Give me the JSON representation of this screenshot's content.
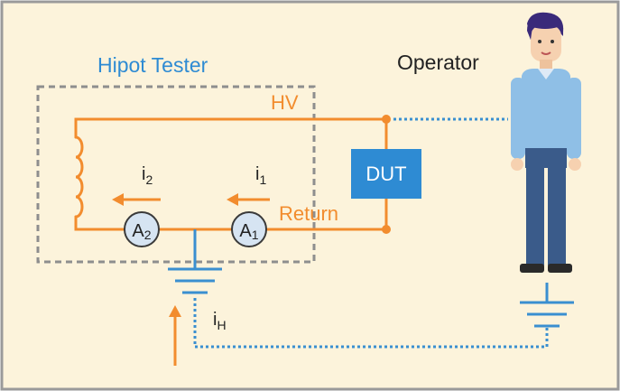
{
  "title": "Hipot Tester",
  "operator_label": "Operator",
  "hv_label": "HV",
  "return_label": "Return",
  "dut_label": "DUT",
  "meters": [
    {
      "letter": "A",
      "sub": "2"
    },
    {
      "letter": "A",
      "sub": "1"
    }
  ],
  "currents": {
    "i2": {
      "letter": "i",
      "sub": "2"
    },
    "i1": {
      "letter": "i",
      "sub": "1"
    },
    "iH": {
      "letter": "i",
      "sub": "H"
    }
  },
  "colors": {
    "background": "#fcf3db",
    "border": "#999999",
    "circuit": "#f28c2e",
    "title": "#2e8bd3",
    "ground": "#3a8fd0",
    "dut": "#2e8bd3",
    "meter_fill": "#d6e4f2",
    "text_dark": "#222222"
  }
}
